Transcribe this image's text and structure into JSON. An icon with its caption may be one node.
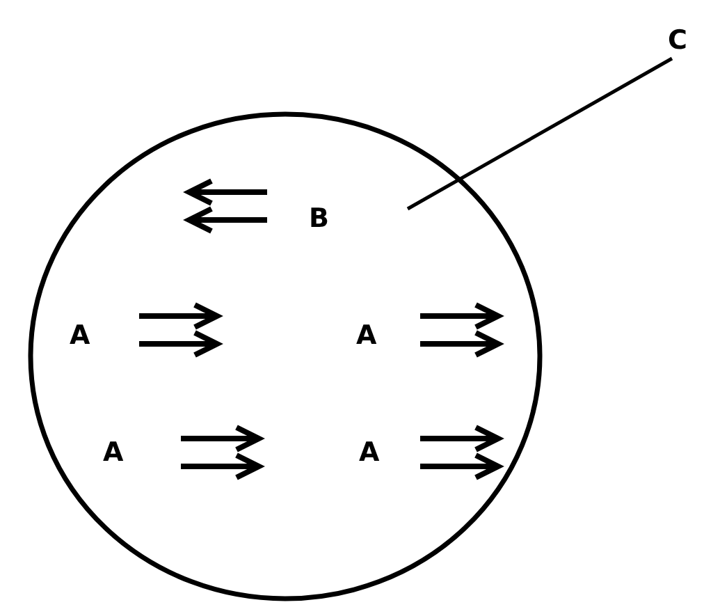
{
  "diagram": {
    "nodes": [
      {
        "text": [],
        "shape": "circle"
      },
      {
        "text": [
          "C"
        ]
      }
    ],
    "edges": [
      {
        "from": 1,
        "to": 0,
        "arrow": "none"
      }
    ],
    "labels": [
      "B",
      "A",
      "A",
      "A",
      "A"
    ]
  }
}
